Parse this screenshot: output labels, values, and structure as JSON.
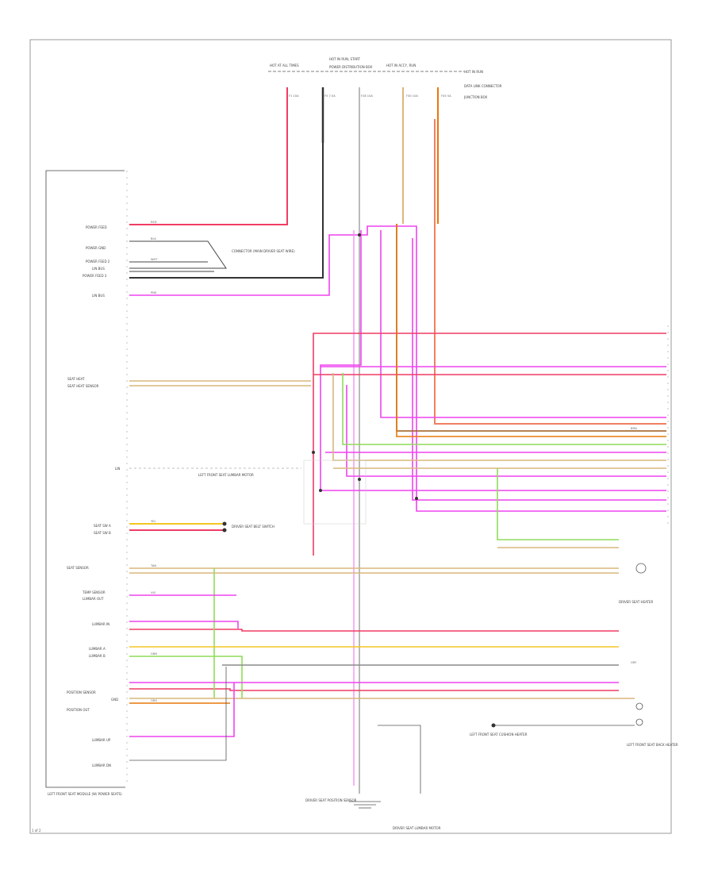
{
  "frame": {
    "page_number": "1 of 2"
  },
  "top_labels": [
    "HOT AT ALL TIMES",
    "HOT IN RUN, START",
    "HOT IN ACCY, RUN",
    "HOT IN RUN",
    "POWER DISTRIBUTION BOX",
    "DATA LINK CONNECTOR",
    "JUNCTION BOX"
  ],
  "fuse_labels": [
    "F1 10A",
    "F5 7.5A",
    "F28 10A",
    "F30 10A",
    "F45 5A"
  ],
  "module_title": "LEFT FRONT SEAT MODULE (W/ POWER SEATS)",
  "left_pins": [
    "POWER FEED",
    "POWER GND",
    "POWER FEED 2",
    "LIN BUS",
    "POWER FEED 3",
    "LIN BUS",
    "SEAT HEAT",
    "SEAT HEAT SENSOR",
    "LIN",
    "SEAT SW A",
    "SEAT SW B",
    "SEAT SENSOR",
    "TEMP SENSOR",
    "LUMBAR OUT",
    "LUMBAR IN",
    "LUMBAR A",
    "LUMBAR B",
    "POSITION SENSOR",
    "GND",
    "POSITION OUT",
    "LUMBAR UP",
    "LUMBAR DN"
  ],
  "components": [
    "CONNECTOR (MAIN DRIVER SEAT WIRE)",
    "DRIVER SEAT BELT SWITCH",
    "DRIVER SEAT HEATER",
    "LEFT FRONT SEAT CUSHION HEATER",
    "LEFT FRONT SEAT BACK HEATER",
    "DRIVER SEAT POSITION SENSOR",
    "DRIVER SEAT LUMBAR MOTOR",
    "LEFT FRONT SEAT LUMBAR MOTOR"
  ],
  "wire_colors": {
    "red": "#f03c64",
    "pink": "#f25aa0",
    "magenta": "#ee44ee",
    "violet": "#f08cf0",
    "orange": "#e8780a",
    "yellow": "#f4c623",
    "tan": "#d9b77c",
    "green": "#8fdc5a",
    "black": "#333333",
    "gray": "#8c8c8c",
    "brown": "#9c5a1c"
  },
  "wire_tags": [
    "RED",
    "BLK",
    "WHT",
    "PNK",
    "YEL",
    "GRN",
    "TAN",
    "ORG",
    "VIO",
    "BRN",
    "GRY"
  ]
}
